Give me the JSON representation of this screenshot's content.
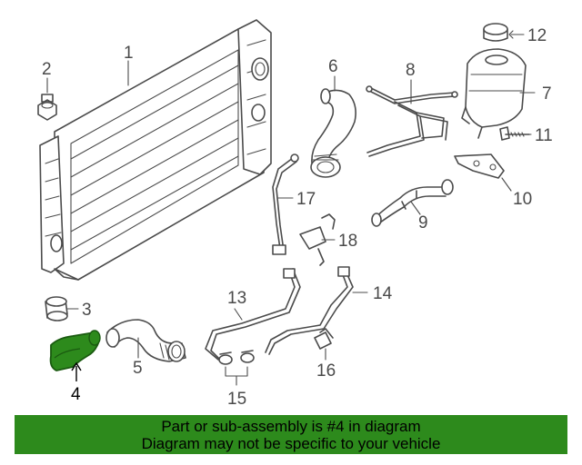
{
  "diagram": {
    "highlight_color": "#2d8a1c",
    "line_color": "#4b4b4b",
    "callouts": [
      "1",
      "2",
      "3",
      "4",
      "5",
      "6",
      "7",
      "8",
      "9",
      "10",
      "11",
      "12",
      "13",
      "14",
      "15",
      "16",
      "17",
      "18"
    ],
    "highlighted_part": "4"
  },
  "banner": {
    "line1": "Part or sub-assembly is #4 in diagram",
    "line2": "Diagram may not be specific to your vehicle",
    "background": "#2d8a1c"
  }
}
